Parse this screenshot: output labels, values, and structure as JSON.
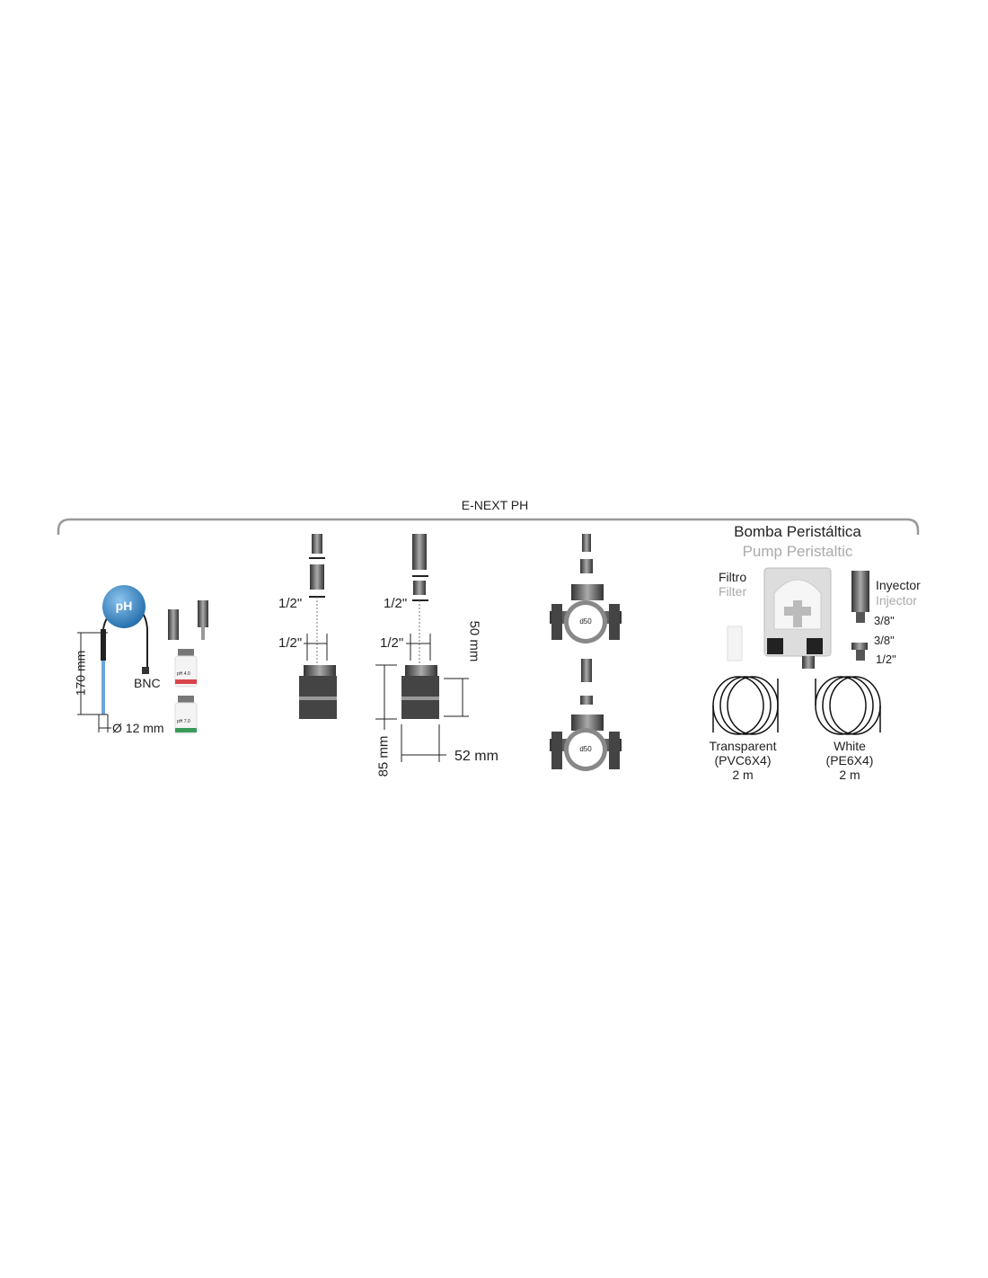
{
  "title": "E-NEXT PH",
  "probe": {
    "badge": "pH",
    "connector": "BNC",
    "length": "170 mm",
    "diameter": "Ø 12 mm",
    "buffers": [
      "pH 4.0",
      "pH 7.0"
    ]
  },
  "holder_a": {
    "thread_top": "1/2\"",
    "thread_bottom": "1/2\""
  },
  "holder_b": {
    "thread_top": "1/2\"",
    "thread_bottom": "1/2\"",
    "height": "85 mm",
    "inner_height": "50 mm",
    "width": "52 mm"
  },
  "saddles": [
    {
      "label": "d50"
    },
    {
      "label": "d50"
    }
  ],
  "pump": {
    "title_es": "Bomba Peristáltica",
    "title_en": "Pump Peristaltic",
    "filter_es": "Filtro",
    "filter_en": "Filter",
    "injector_es": "Inyector",
    "injector_en": "Injector",
    "injector_thread": "3/8\"",
    "adapter_thread_top": "3/8\"",
    "adapter_thread_bottom": "1/2\"",
    "tubes": [
      {
        "name": "Transparent",
        "type": "(PVC6X4)",
        "length": "2 m"
      },
      {
        "name": "White",
        "type": "(PE6X4)",
        "length": "2 m"
      }
    ]
  },
  "colors": {
    "ph_ball": "#2f7fc0",
    "probe": "#6aa6d8",
    "bracket": "#999999",
    "red_label": "#d9444a",
    "green_label": "#3a9a5a"
  }
}
